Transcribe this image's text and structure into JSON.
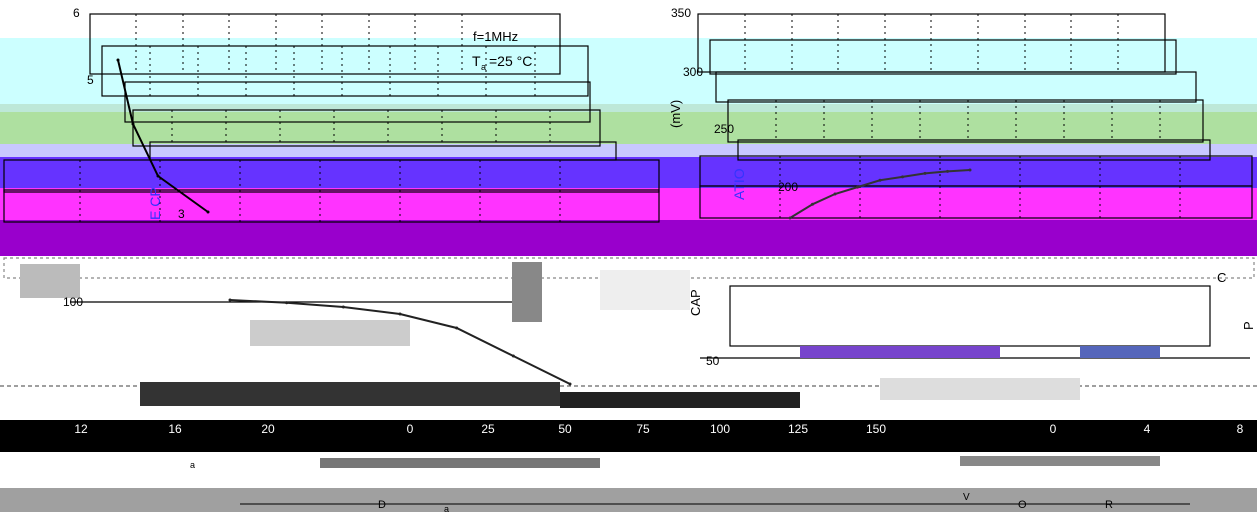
{
  "chart_data": [
    {
      "type": "line",
      "x_ticks": [
        "12",
        "16",
        "20"
      ],
      "y_ticks": [
        "3",
        "5",
        "6"
      ],
      "annotations": [
        "f=1MHz",
        "T",
        "a",
        "=25 °C"
      ],
      "y_axis_fragment": "E  CP",
      "series": [
        {
          "x": [
            11.4,
            12.0,
            13.0,
            15.0
          ],
          "y": [
            6.0,
            4.4,
            3.1,
            2.2
          ]
        }
      ]
    },
    {
      "type": "line",
      "x_ticks": [
        "0",
        "25",
        "50",
        "75",
        "100",
        "125",
        "150"
      ],
      "y_ticks": [
        "100"
      ],
      "x_axis_fragment": "a",
      "series": [
        {
          "x": [
            0,
            25,
            50,
            75,
            100,
            125,
            150
          ],
          "y": [
            100,
            98,
            95,
            90,
            80,
            60,
            40
          ]
        }
      ]
    },
    {
      "type": "line",
      "x_ticks": [
        "0",
        "4",
        "8"
      ],
      "y_ticks": [
        "50",
        "200",
        "250",
        "300",
        "350"
      ],
      "y_axis_fragment": "(mV)",
      "side_labels": [
        "CAP",
        "ATIO",
        "C",
        "P"
      ],
      "series": [
        {
          "x": [
            0,
            1,
            2,
            3,
            4,
            5,
            6,
            7,
            8
          ],
          "y": [
            170,
            190,
            205,
            215,
            225,
            230,
            235,
            238,
            240
          ]
        }
      ]
    }
  ],
  "footer": {
    "labels": [
      "D",
      "a",
      "V",
      "O",
      "R"
    ]
  },
  "colors": {
    "cyan": "#ccffff",
    "green": "#aee0a0",
    "lavender": "#c8c8ff",
    "blue_violet": "#6633ff",
    "magenta": "#ff33ff",
    "purple": "#9900cc",
    "grid": "#000000"
  }
}
